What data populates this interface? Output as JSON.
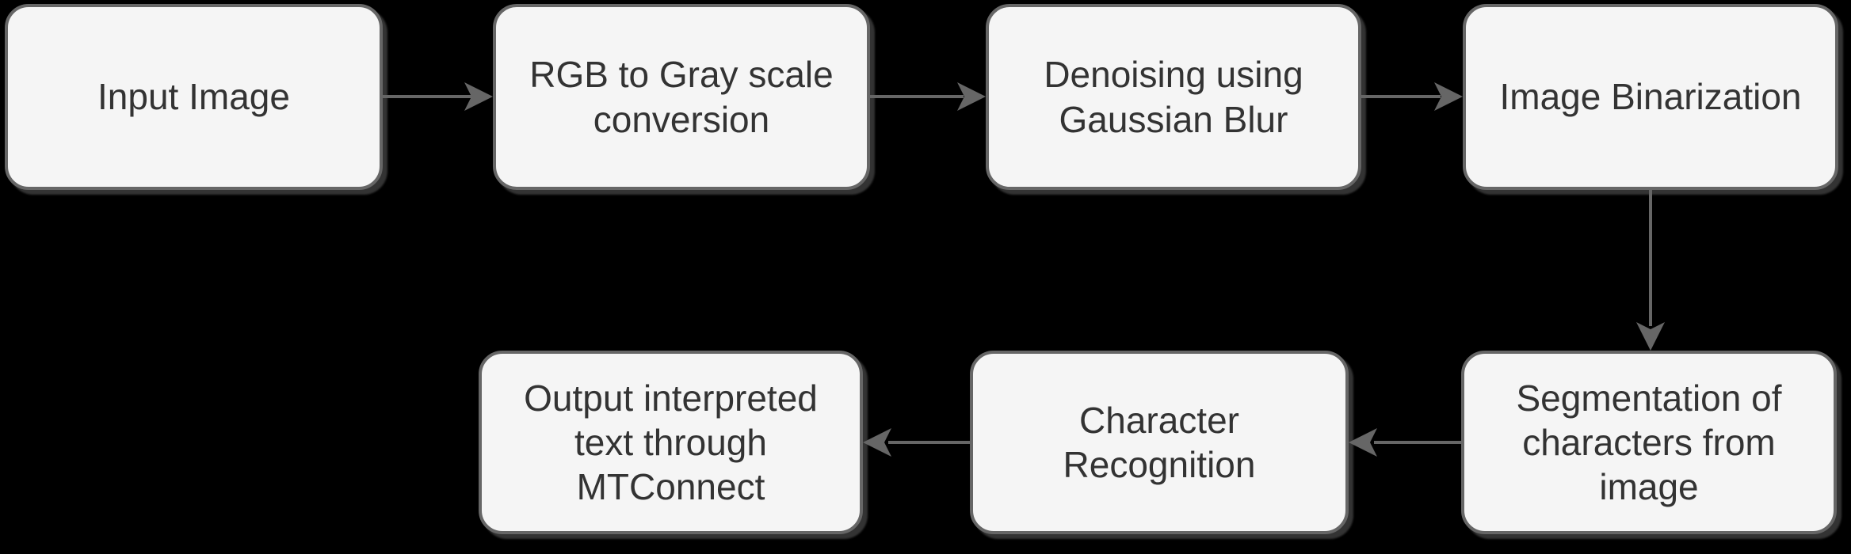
{
  "diagram": {
    "type": "flowchart",
    "background_color": "#000000",
    "node_fill_color": "#f5f5f5",
    "node_border_color": "#666666",
    "node_text_color": "#333333",
    "arrow_color": "#666666",
    "nodes": [
      {
        "id": "input-image",
        "label": "Input Image"
      },
      {
        "id": "rgb-to-gray",
        "label": "RGB to Gray scale\nconversion"
      },
      {
        "id": "denoising",
        "label": "Denoising using\nGaussian Blur"
      },
      {
        "id": "image-binarization",
        "label": "Image Binarization"
      },
      {
        "id": "segmentation",
        "label": "Segmentation of\ncharacters from\nimage"
      },
      {
        "id": "character-recognition",
        "label": "Character\nRecognition"
      },
      {
        "id": "output-mtconnect",
        "label": "Output interpreted\ntext through\nMTConnect"
      }
    ],
    "edges": [
      {
        "from": "input-image",
        "to": "rgb-to-gray",
        "direction": "right"
      },
      {
        "from": "rgb-to-gray",
        "to": "denoising",
        "direction": "right"
      },
      {
        "from": "denoising",
        "to": "image-binarization",
        "direction": "right"
      },
      {
        "from": "image-binarization",
        "to": "segmentation",
        "direction": "down"
      },
      {
        "from": "segmentation",
        "to": "character-recognition",
        "direction": "left"
      },
      {
        "from": "character-recognition",
        "to": "output-mtconnect",
        "direction": "left"
      }
    ]
  }
}
